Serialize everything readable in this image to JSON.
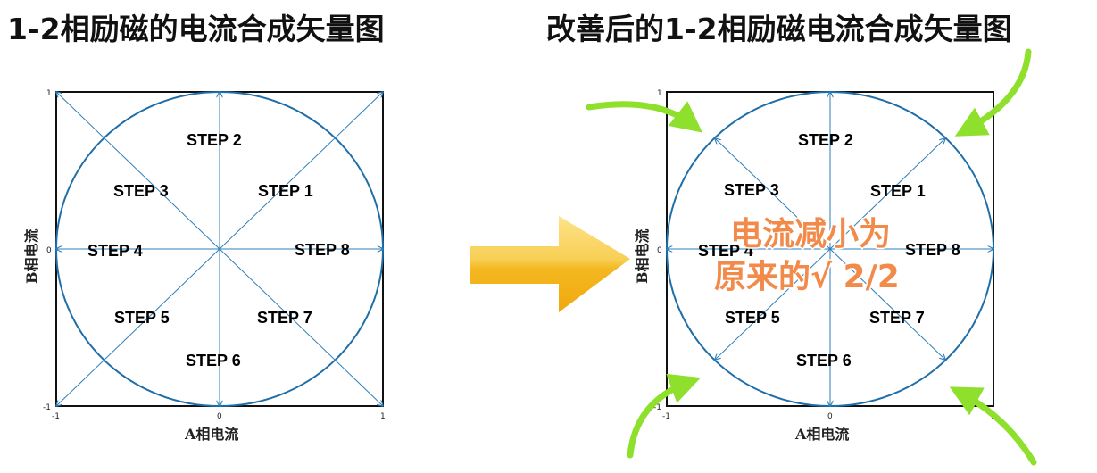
{
  "left_panel": {
    "title": "1-2相励磁的电流合成矢量图",
    "steps": [
      "STEP 1",
      "STEP 2",
      "STEP 3",
      "STEP 4",
      "STEP 5",
      "STEP 6",
      "STEP 7",
      "STEP 8"
    ],
    "x_ticks": [
      "-1",
      "0",
      "1"
    ],
    "y_ticks": [
      "1",
      "0",
      "-1"
    ],
    "x_axis_label": "A相电流",
    "y_axis_label": "B相电流"
  },
  "right_panel": {
    "title": "改善后的1-2相励磁电流合成矢量图",
    "steps": [
      "STEP 1",
      "STEP 2",
      "STEP 3",
      "STEP 4",
      "STEP 5",
      "STEP 6",
      "STEP 7",
      "STEP 8"
    ],
    "x_ticks": [
      "-1",
      "0",
      "1"
    ],
    "y_ticks": [
      "1",
      "0",
      "-1"
    ],
    "x_axis_label": "A相电流",
    "y_axis_label": "B相电流",
    "callout_line1": "电流减小为",
    "callout_line2": "原来的√ 2/2"
  },
  "colors": {
    "vector_blue": "#2e7fb8",
    "circle_blue": "#1f6ea8",
    "arrow_gradient_top": "#fde38a",
    "arrow_gradient_bottom": "#f2b21e",
    "pointer_green": "#8fe02c",
    "callout_orange": "#f28a4a"
  }
}
